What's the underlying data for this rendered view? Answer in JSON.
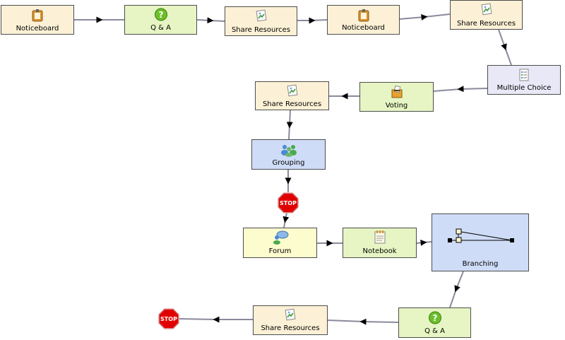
{
  "activities": {
    "noticeboard_1": "Noticeboard",
    "qa_1": "Q & A",
    "share_resources_1": "Share Resources",
    "noticeboard_2": "Noticeboard",
    "share_resources_2": "Share Resources",
    "multiple_choice": "Multiple Choice",
    "voting": "Voting",
    "share_resources_3": "Share Resources",
    "grouping": "Grouping",
    "forum": "Forum",
    "notebook": "Notebook",
    "branching": "Branching",
    "qa_2": "Q & A",
    "share_resources_4": "Share Resources"
  },
  "stop_label": "STOP",
  "icons": {
    "noticeboard": "noticeboard-icon",
    "qa": "question-icon",
    "share_resources": "share-resources-icon",
    "multiple_choice": "multiple-choice-icon",
    "voting": "voting-icon",
    "grouping": "grouping-icon",
    "forum": "forum-icon",
    "notebook": "notebook-icon",
    "branching": "branching-icon",
    "stop": "stop-sign-icon"
  },
  "colors": {
    "noticeboard": "#fcf1d6",
    "qa": "#e6f5c3",
    "share_resources": "#fcf1d6",
    "multiple_choice": "#e8e8f6",
    "voting": "#e6f5c3",
    "grouping": "#cfdcf7",
    "forum": "#fdfccf",
    "notebook": "#e6f5c3",
    "branching": "#cfdcf7",
    "stop": "#e00000",
    "connector": "#8a8a9e"
  }
}
